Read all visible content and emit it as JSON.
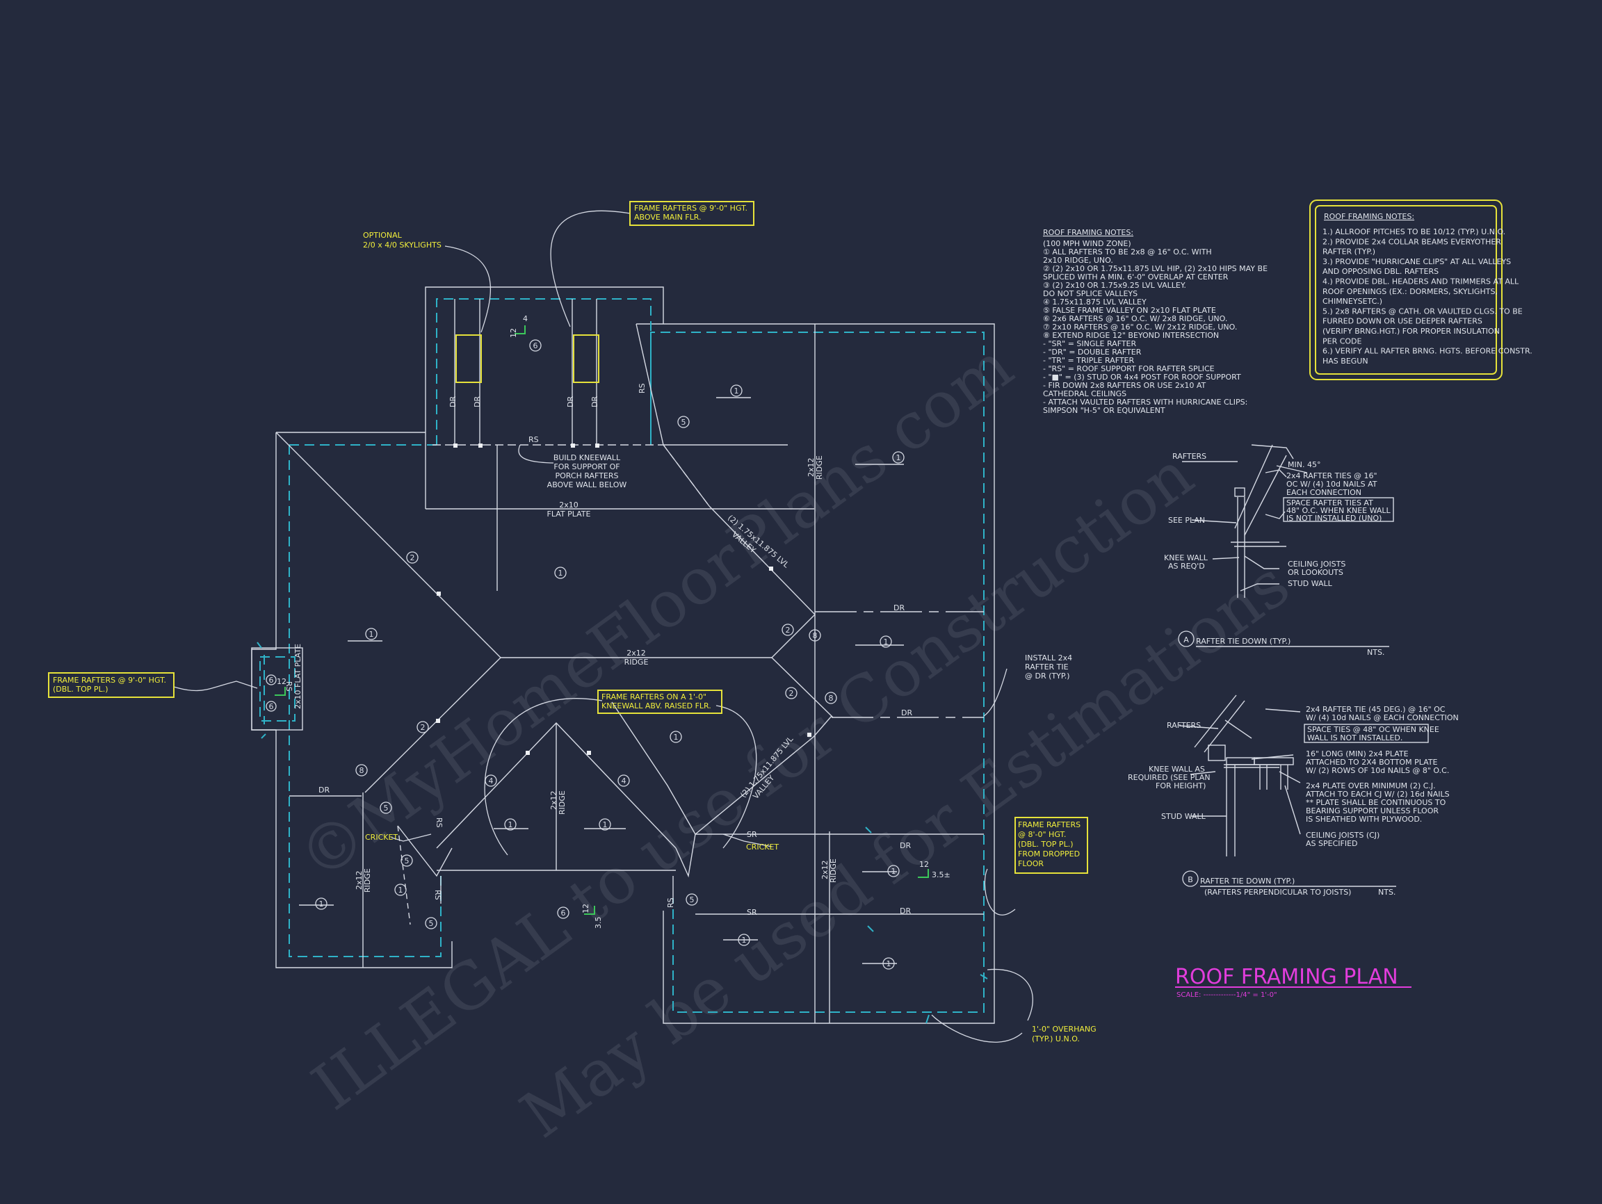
{
  "title": {
    "text": "ROOF FRAMING PLAN",
    "scale": "SCALE: -------------1/4\" = 1'-0\""
  },
  "watermark": {
    "line1": "©MyHomeFloorPlans.com",
    "line2": "ILLEGAL to use for Construction",
    "line3": "May be used for Estimations"
  },
  "callouts": {
    "skylights": [
      "OPTIONAL",
      "2/0 x 4/0 SKYLIGHTS"
    ],
    "rafters_main": [
      "FRAME RAFTERS @ 9'-0\" HGT.",
      "ABOVE MAIN FLR."
    ],
    "rafters_left": [
      "FRAME RAFTERS @ 9'-0\" HGT.",
      "(DBL. TOP PL.)"
    ],
    "kneewall_raised": [
      "FRAME RAFTERS ON A 1'-0\"",
      "KNEEWALL ABV. RAISED FLR."
    ],
    "rafters_dropped": [
      "FRAME RAFTERS",
      "@ 8'-0\" HGT.",
      "(DBL. TOP PL.)",
      "FROM DROPPED",
      "FLOOR"
    ],
    "overhang": [
      "1'-0\" OVERHANG",
      "(TYP.) U.N.O."
    ],
    "build_kneewall": [
      "BUILD KNEEWALL",
      "FOR SUPPORT OF",
      "PORCH RAFTERS",
      "ABOVE WALL BELOW"
    ],
    "install_tie": [
      "INSTALL 2x4",
      "RAFTER TIE",
      "@ DR (TYP.)"
    ],
    "flat_plate_top": [
      "2x10",
      "FLAT PLATE"
    ],
    "flat_plate_side": "2x10 FLAT PLATE",
    "ridge": [
      "2x12",
      "RIDGE"
    ],
    "lvl_valley": [
      "(2) 1.75x11.875 LVL",
      "VALLEY"
    ],
    "cricket": "CRICKET"
  },
  "plan_labels": {
    "dr": "DR",
    "rs": "RS",
    "sr": "SR",
    "pitch_12": "12",
    "pitch_4": "4",
    "pitch_35": "3.5",
    "pitch_35b": "3.5±"
  },
  "notes_left": {
    "title": "ROOF FRAMING NOTES:",
    "lines": [
      "(100 MPH WIND ZONE)",
      "① ALL RAFTERS TO BE 2x8 @ 16\" O.C. WITH",
      "   2x10 RIDGE, UNO.",
      "② (2) 2x10 OR 1.75x11.875 LVL HIP, (2) 2x10 HIPS MAY BE",
      "   SPLICED WITH A MIN. 6'-0\" OVERLAP AT CENTER",
      "③ (2) 2x10 OR 1.75x9.25 LVL VALLEY.",
      "   DO NOT SPLICE VALLEYS",
      "④ 1.75x11.875 LVL VALLEY",
      "⑤ FALSE FRAME VALLEY ON 2x10 FLAT PLATE",
      "⑥ 2x6 RAFTERS @ 16\" O.C. W/ 2x8 RIDGE, UNO.",
      "⑦ 2x10 RAFTERS @ 16\" O.C. W/ 2x12 RIDGE, UNO.",
      "⑧ EXTEND RIDGE 12\" BEYOND INTERSECTION",
      "- \"SR\" = SINGLE RAFTER",
      "- \"DR\" = DOUBLE RAFTER",
      "- \"TR\" = TRIPLE RAFTER",
      "- \"RS\" = ROOF SUPPORT FOR RAFTER SPLICE",
      "- \"■\" = (3) STUD OR 4x4 POST FOR ROOF SUPPORT",
      "- FIR DOWN 2x8 RAFTERS OR USE 2x10 AT",
      "   CATHEDRAL CEILINGS",
      "- ATTACH VAULTED RAFTERS WITH HURRICANE CLIPS:",
      "   SIMPSON \"H-5\" OR EQUIVALENT"
    ]
  },
  "notes_right": {
    "title": "ROOF FRAMING NOTES:",
    "lines": [
      "1.) ALLROOF PITCHES TO BE 10/12 (TYP.) U.N.O.",
      "2.) PROVIDE 2x4 COLLAR BEAMS EVERYOTHER",
      "     RAFTER (TYP.)",
      "3.) PROVIDE \"HURRICANE CLIPS\" AT ALL VALLEYS",
      "     AND OPPOSING DBL. RAFTERS",
      "4.) PROVIDE DBL. HEADERS AND TRIMMERS AT ALL",
      "     ROOF OPENINGS (EX.: DORMERS, SKYLIGHTS,",
      "     CHIMNEYSETC.)",
      "5.) 2x8 RAFTERS @ CATH. OR VAULTED CLGS. TO BE",
      "     FURRED DOWN OR USE DEEPER RAFTERS",
      "     (VERIFY BRNG.HGT.) FOR PROPER INSULATION",
      "     PER CODE",
      "6.) VERIFY ALL RAFTER BRNG. HGTS. BEFORE CONSTR.",
      "     HAS BEGUN"
    ]
  },
  "detail_a": {
    "title": "RAFTER TIE DOWN (TYP.)",
    "letter": "A",
    "nts": "NTS.",
    "labels": {
      "rafters": "RAFTERS",
      "min45": "MIN. 45°",
      "ties": [
        "2x4 RAFTER TIES @ 16\"",
        "OC W/ (4) 10d NAILS AT",
        "EACH CONNECTION"
      ],
      "space": [
        "SPACE RAFTER TIES AT",
        "48\" O.C. WHEN KNEE WALL",
        "IS NOT INSTALLED (UNO)"
      ],
      "see_plan": "SEE PLAN",
      "knee": [
        "KNEE WALL",
        "AS REQ'D"
      ],
      "ceiling": [
        "CEILING JOISTS",
        "OR LOOKOUTS"
      ],
      "stud": "STUD WALL"
    }
  },
  "detail_b": {
    "title": "RAFTER TIE DOWN (TYP.)",
    "letter": "B",
    "subtitle": "(RAFTERS PERPENDICULAR TO JOISTS)",
    "nts": "NTS.",
    "labels": {
      "rafters": "RAFTERS",
      "ties": [
        "2x4 RAFTER TIE (45 DEG.) @ 16\" OC",
        "W/ (4) 10d NAILS @ EACH CONNECTION"
      ],
      "space": [
        "SPACE TIES @ 48\" OC WHEN KNEE",
        "WALL IS NOT INSTALLED."
      ],
      "knee": [
        "KNEE WALL AS",
        "REQUIRED (SEE PLAN",
        "FOR HEIGHT)"
      ],
      "plate16": [
        "16\" LONG (MIN) 2x4 PLATE",
        "ATTACHED TO 2X4 BOTTOM PLATE",
        "W/ (2) ROWS OF 10d NAILS @ 8\" O.C."
      ],
      "plate_over": [
        "2x4 PLATE OVER MINIMUM (2) C.J.",
        "ATTACH TO EACH CJ W/ (2) 16d NAILS",
        "** PLATE SHALL BE CONTINUOUS TO",
        "BEARING SUPPORT UNLESS FLOOR",
        "IS SHEATHED WITH PLYWOOD."
      ],
      "stud": "STUD WALL",
      "ceiling": [
        "CEILING JOISTS (CJ)",
        "AS SPECIFIED"
      ]
    }
  }
}
